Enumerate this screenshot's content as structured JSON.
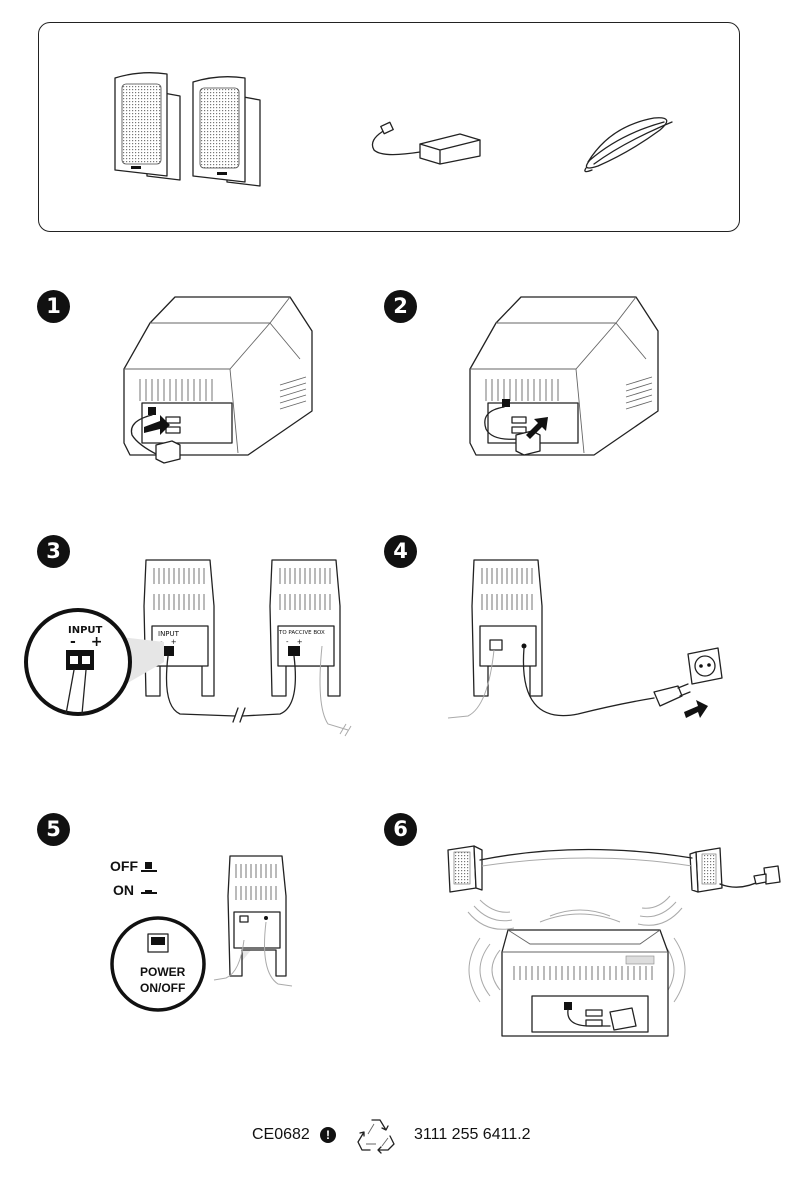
{
  "steps": [
    {
      "number": "1"
    },
    {
      "number": "2"
    },
    {
      "number": "3"
    },
    {
      "number": "4"
    },
    {
      "number": "5"
    },
    {
      "number": "6"
    }
  ],
  "speaker_back": {
    "input_label": "INPUT",
    "minus": "-",
    "plus": "+",
    "passive_label": "TO PACCIVE BOX"
  },
  "switch": {
    "off_label": "OFF",
    "on_label": "ON",
    "power_line1": "POWER",
    "power_line2": "ON/OFF"
  },
  "footer": {
    "ce_mark": "CE0682",
    "alert_symbol": "!",
    "recycle_icon": "recycle-icon",
    "part_number": "3111 255 6411.2"
  }
}
